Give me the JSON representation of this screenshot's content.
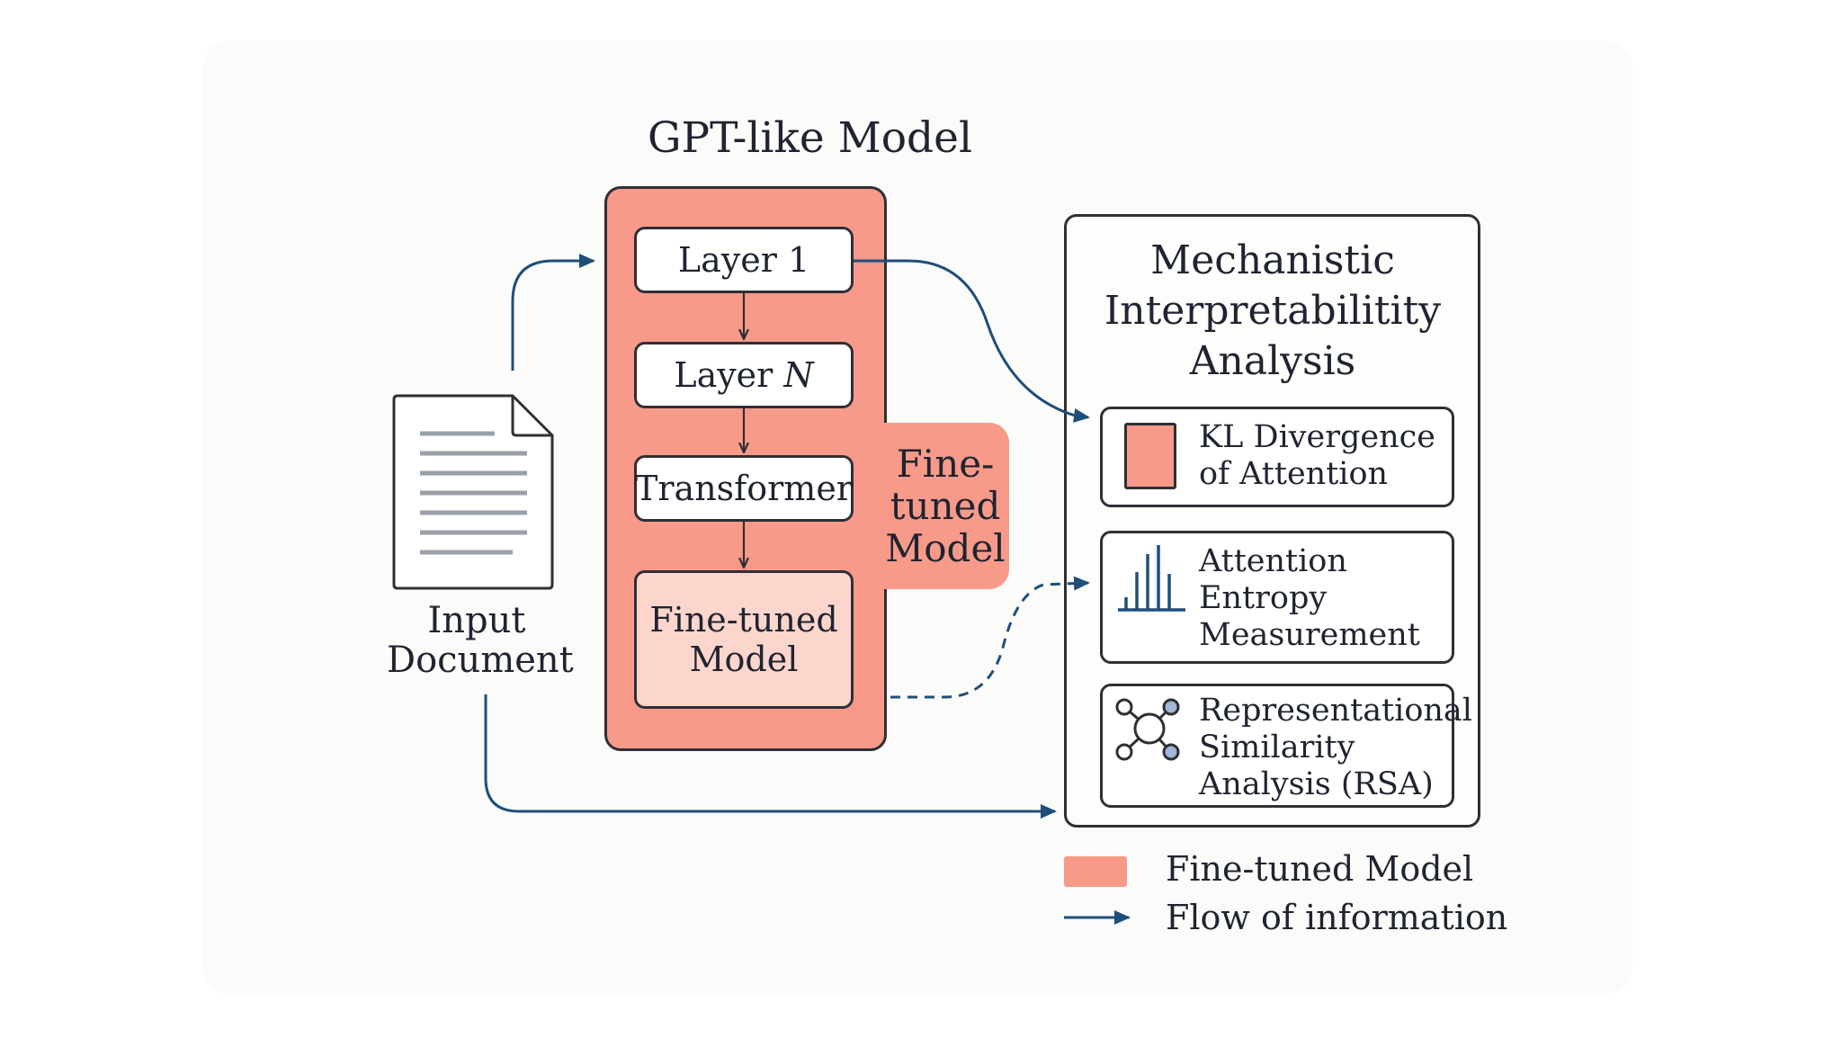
{
  "title": "GPT-like Model",
  "model": {
    "layers": [
      "Layer 1",
      "Layer N",
      "Transformer"
    ],
    "inner_finetuned": [
      "Fine-tuned",
      "Model"
    ],
    "side_label": [
      "Fine-",
      "tuned",
      "Model"
    ]
  },
  "input": {
    "label_line1": "Input",
    "label_line2": "Document",
    "icon": "document-icon"
  },
  "analysis": {
    "title_lines": [
      "Mechanistic",
      "Interpretabilitity",
      "Analysis"
    ],
    "metrics": [
      {
        "lines": [
          "KL Divergence",
          "of Attention"
        ],
        "icon": "red-square-icon"
      },
      {
        "lines": [
          "Attention",
          "Entropy",
          "Measurement"
        ],
        "icon": "bar-chart-icon"
      },
      {
        "lines": [
          "Representational",
          "Similarity",
          "Analysis (RSA)"
        ],
        "icon": "network-icon"
      }
    ]
  },
  "legend": {
    "finetuned": "Fine-tuned Model",
    "flow": "Flow of information"
  },
  "colors": {
    "model_fill": "#f79a8a",
    "finetuned_fill": "#fcd5cc",
    "arrow": "#1f4e7a",
    "border": "#2f2f35"
  }
}
